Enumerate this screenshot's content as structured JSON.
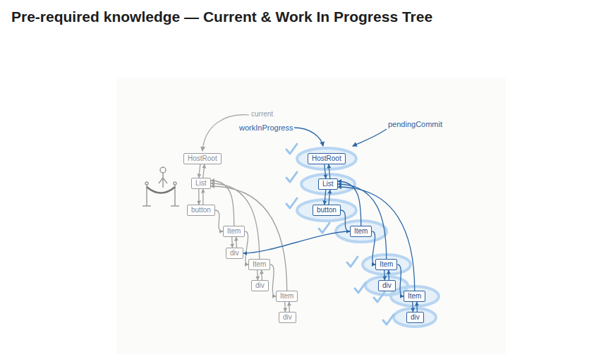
{
  "diagram": {
    "title": "Pre-required knowledge — Current & Work In Progress Tree",
    "nodes": [
      {
        "text": [
          "HostRoot"
        ]
      },
      {
        "text": [
          "List"
        ]
      },
      {
        "text": [
          "button"
        ]
      },
      {
        "text": [
          "Item"
        ]
      },
      {
        "text": [
          "div"
        ]
      },
      {
        "text": [
          "Item"
        ]
      },
      {
        "text": [
          "div"
        ]
      },
      {
        "text": [
          "Item"
        ]
      },
      {
        "text": [
          "div"
        ]
      },
      {
        "text": [
          "HostRoot"
        ]
      },
      {
        "text": [
          "List"
        ]
      },
      {
        "text": [
          "button"
        ]
      },
      {
        "text": [
          "Item"
        ]
      },
      {
        "text": [
          "Item"
        ]
      },
      {
        "text": [
          "div"
        ]
      },
      {
        "text": [
          "Item"
        ]
      },
      {
        "text": [
          "div"
        ]
      }
    ],
    "edges": [
      {
        "from": 0,
        "to": 1,
        "arrow": "both"
      },
      {
        "from": 1,
        "to": 2,
        "arrow": "both"
      },
      {
        "from": 2,
        "to": 3,
        "arrow": "to"
      },
      {
        "from": 3,
        "to": 1,
        "arrow": "to"
      },
      {
        "from": 3,
        "to": 4,
        "arrow": "both"
      },
      {
        "from": 3,
        "to": 5,
        "arrow": "to"
      },
      {
        "from": 5,
        "to": 1,
        "arrow": "to"
      },
      {
        "from": 5,
        "to": 6,
        "arrow": "both"
      },
      {
        "from": 5,
        "to": 7,
        "arrow": "to"
      },
      {
        "from": 7,
        "to": 1,
        "arrow": "to"
      },
      {
        "from": 7,
        "to": 8,
        "arrow": "both"
      },
      {
        "from": 9,
        "to": 10,
        "arrow": "both"
      },
      {
        "from": 10,
        "to": 11,
        "arrow": "both"
      },
      {
        "from": 11,
        "to": 12,
        "arrow": "to"
      },
      {
        "from": 12,
        "to": 10,
        "arrow": "to"
      },
      {
        "from": 12,
        "to": 13,
        "arrow": "to"
      },
      {
        "from": 13,
        "to": 10,
        "arrow": "to"
      },
      {
        "from": 13,
        "to": 14,
        "arrow": "both"
      },
      {
        "from": 13,
        "to": 15,
        "arrow": "to"
      },
      {
        "from": 15,
        "to": 10,
        "arrow": "to"
      },
      {
        "from": 15,
        "to": 16,
        "arrow": "both"
      },
      {
        "from": 12,
        "to": 4,
        "arrow": "to"
      }
    ],
    "labels": [
      "current",
      "workInProgress",
      "pendingCommit"
    ]
  }
}
